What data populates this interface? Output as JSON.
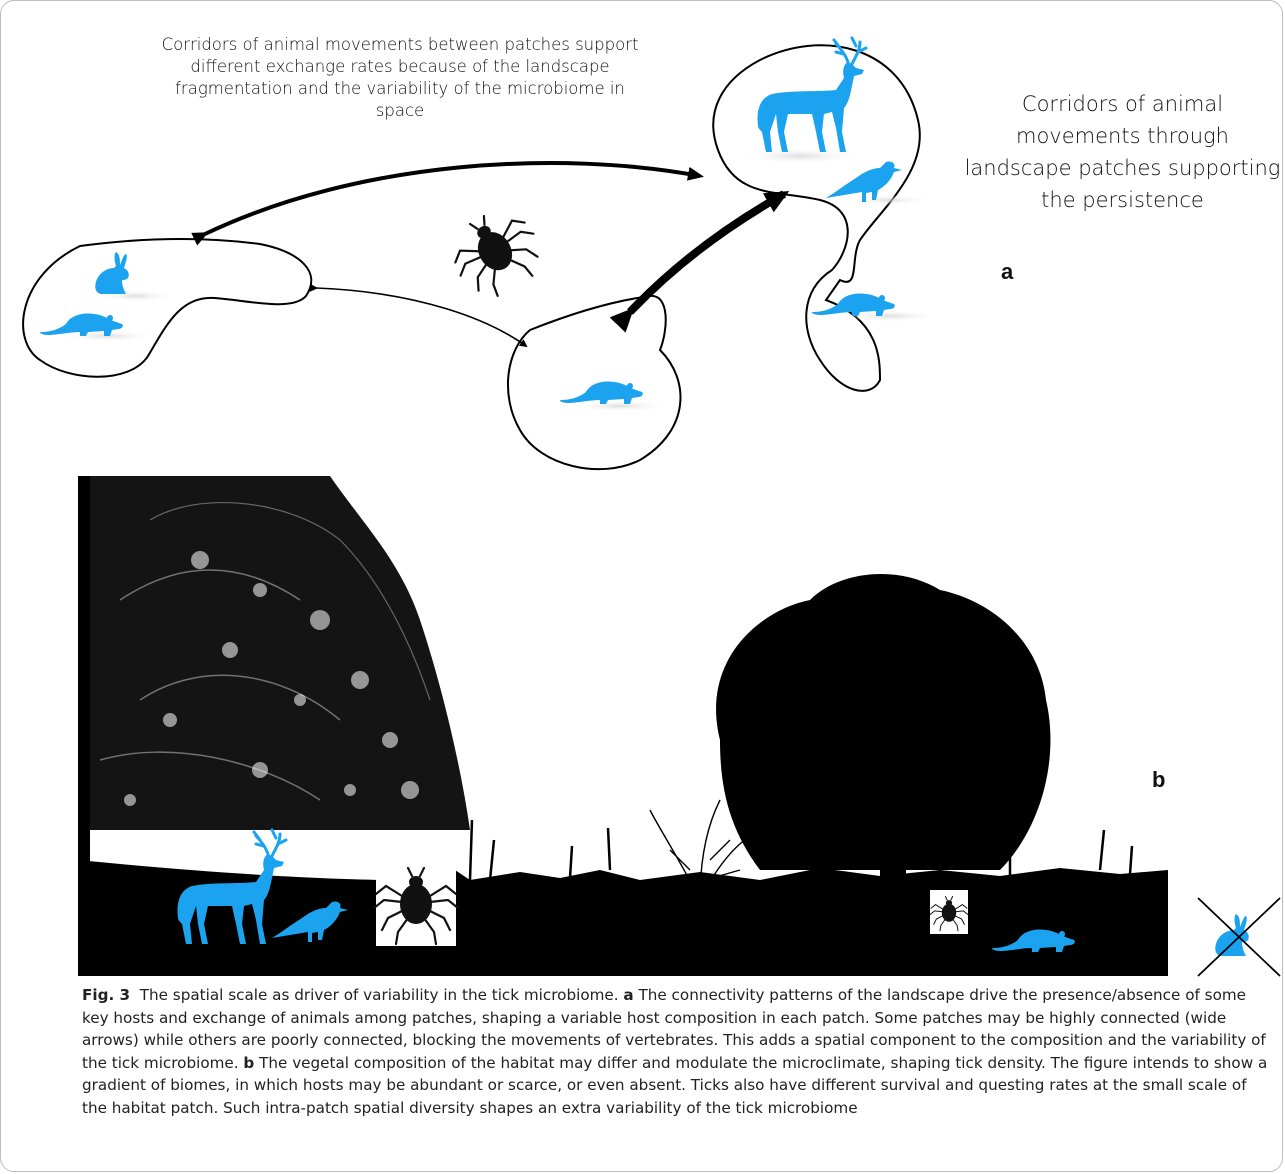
{
  "panel_a": {
    "corridor_text_left": "Corridors of animal movements between patches support different exchange rates because of the landscape fragmentation and the variability of the microbiome in space",
    "corridor_text_right": "Corridors of animal movements through landscape patches supporting the persistence",
    "label": "a"
  },
  "panel_b": {
    "label": "b"
  },
  "icons": {
    "host_color": "#1ba3f0",
    "tick_color": "#111111"
  },
  "caption": {
    "fig_label": "Fig. 3",
    "intro": "The spatial scale as driver of variability in the tick microbiome.",
    "a_label": "a",
    "a_text": "The connectivity patterns of the landscape drive the presence/absence of some key hosts and exchange of animals among patches, shaping a variable host composition in each patch. Some patches may be highly connected (wide arrows) while others are poorly connected, blocking the movements of vertebrates. This adds a spatial component to the composition and the variability of the tick microbiome.",
    "b_label": "b",
    "b_text": "The vegetal composition of the habitat may differ and modulate the microclimate, shaping tick density. The figure intends to show a gradient of biomes, in which hosts may be abundant or scarce, or even absent. Ticks also have different survival and questing rates at the small scale of the habitat patch. Such intra-patch spatial diversity shapes an extra variability of the tick microbiome"
  }
}
